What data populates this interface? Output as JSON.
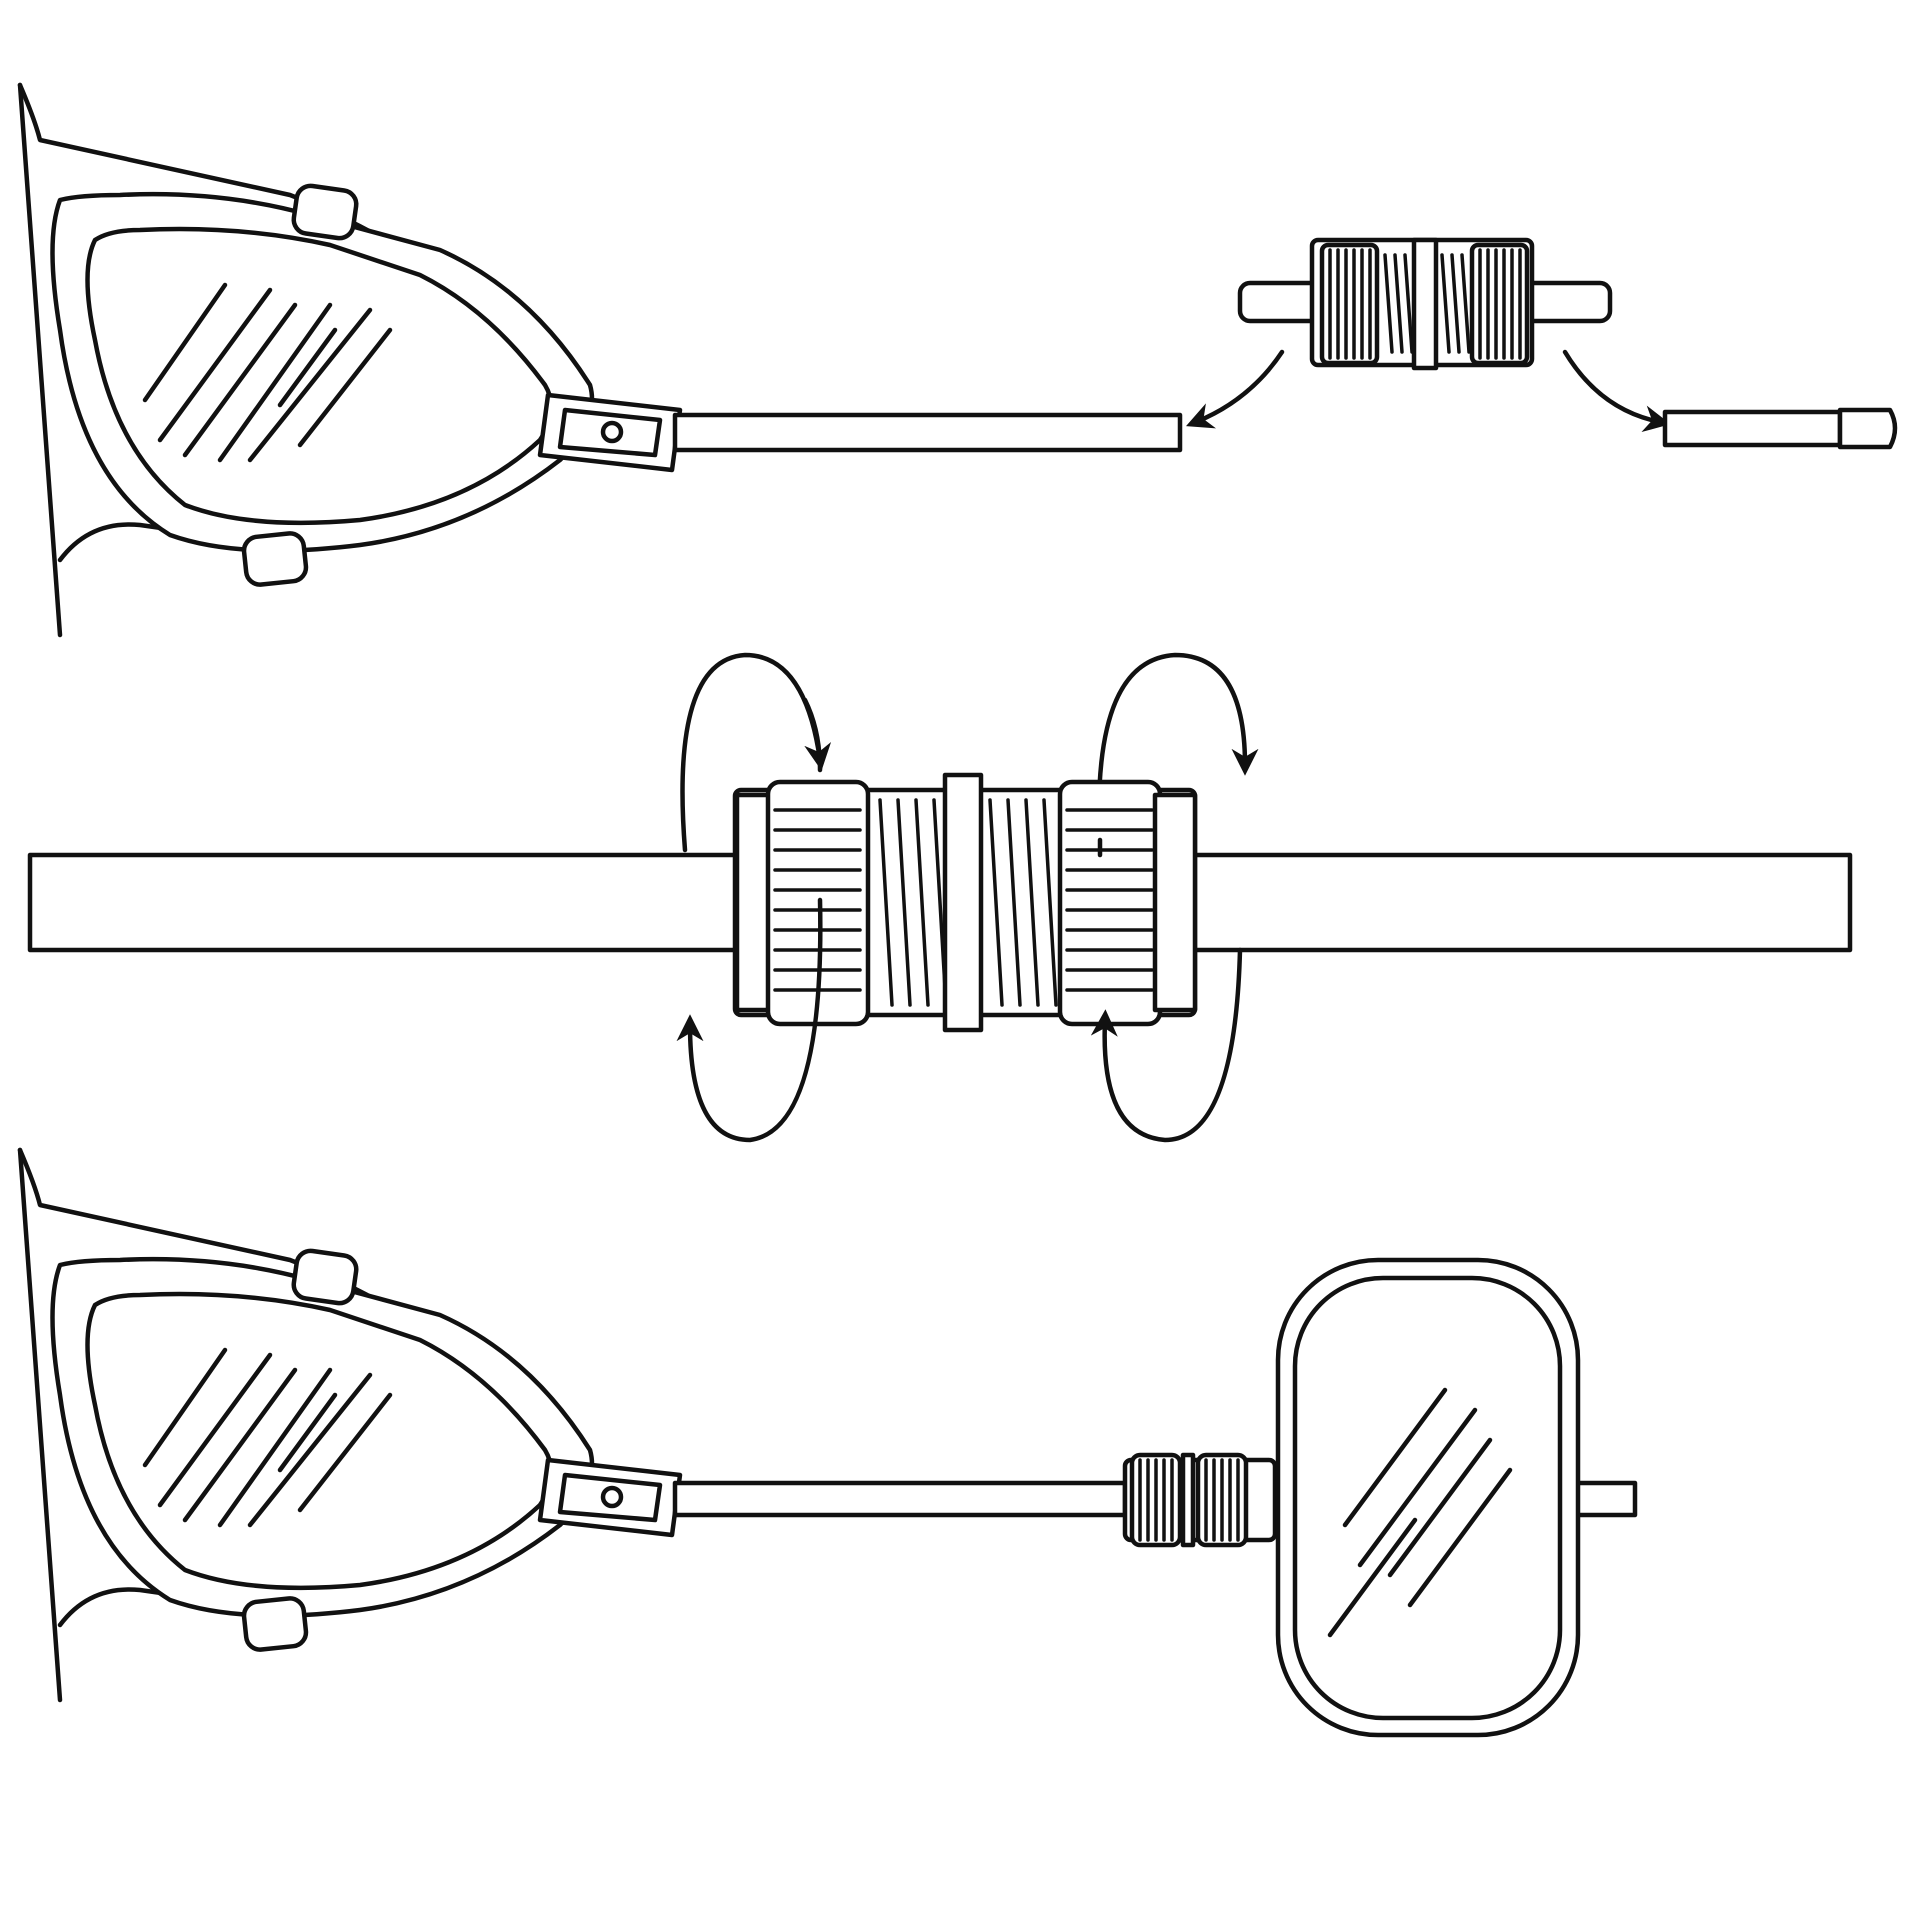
{
  "diagram": {
    "panels": [
      {
        "id": "step-1",
        "parts": [
          "side-mirror",
          "mirror-arm",
          "coupler",
          "extension-rod"
        ]
      },
      {
        "id": "step-2",
        "parts": [
          "rod",
          "coupler-nut-left",
          "coupler-nut-right",
          "rotation-arrows"
        ]
      },
      {
        "id": "step-3",
        "parts": [
          "side-mirror",
          "mirror-arm",
          "coupler",
          "extension-mirror"
        ]
      }
    ],
    "colors": {
      "stroke": "#111111",
      "background": "#ffffff"
    }
  }
}
